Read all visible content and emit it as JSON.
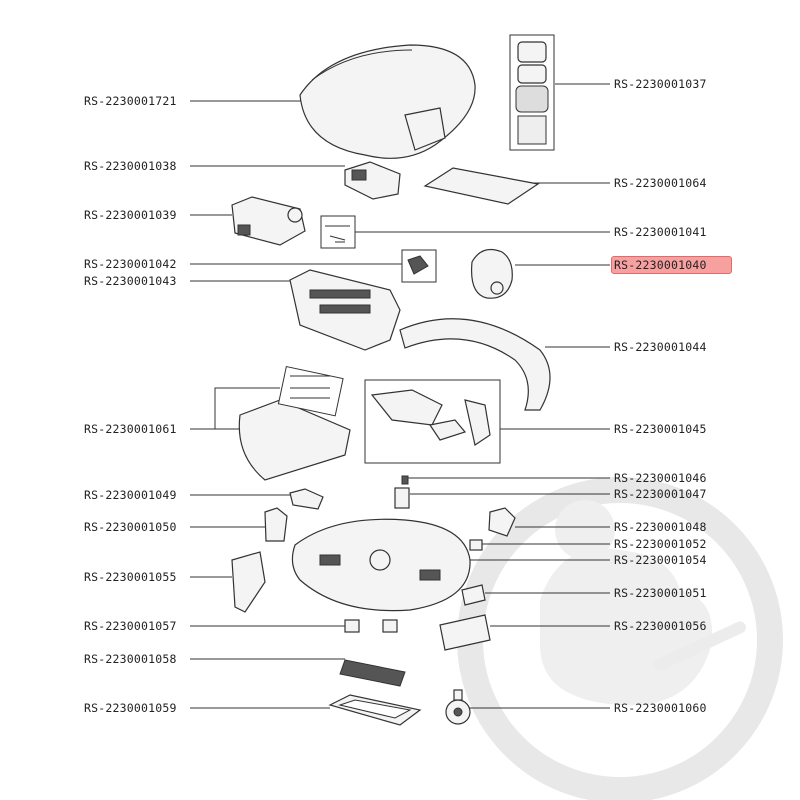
{
  "highlight_color": "#f7a0a0",
  "watermark": {
    "name": "appliance-watermark",
    "color": "#e8e8e8"
  },
  "left_labels": [
    {
      "id": "l1721",
      "text": "RS-2230001721"
    },
    {
      "id": "l1038",
      "text": "RS-2230001038"
    },
    {
      "id": "l1039",
      "text": "RS-2230001039"
    },
    {
      "id": "l1042",
      "text": "RS-2230001042"
    },
    {
      "id": "l1043",
      "text": "RS-2230001043"
    },
    {
      "id": "l1061",
      "text": "RS-2230001061"
    },
    {
      "id": "l1049",
      "text": "RS-2230001049"
    },
    {
      "id": "l1050",
      "text": "RS-2230001050"
    },
    {
      "id": "l1055",
      "text": "RS-2230001055"
    },
    {
      "id": "l1057",
      "text": "RS-2230001057"
    },
    {
      "id": "l1058",
      "text": "RS-2230001058"
    },
    {
      "id": "l1059",
      "text": "RS-2230001059"
    }
  ],
  "right_labels": [
    {
      "id": "r1037",
      "text": "RS-2230001037"
    },
    {
      "id": "r1064",
      "text": "RS-2230001064"
    },
    {
      "id": "r1041",
      "text": "RS-2230001041"
    },
    {
      "id": "r1040",
      "text": "RS-2230001040",
      "highlighted": true
    },
    {
      "id": "r1044",
      "text": "RS-2230001044"
    },
    {
      "id": "r1045",
      "text": "RS-2230001045"
    },
    {
      "id": "r1046",
      "text": "RS-2230001046"
    },
    {
      "id": "r1047",
      "text": "RS-2230001047"
    },
    {
      "id": "r1048",
      "text": "RS-2230001048"
    },
    {
      "id": "r1052",
      "text": "RS-2230001052"
    },
    {
      "id": "r1054",
      "text": "RS-2230001054"
    },
    {
      "id": "r1051",
      "text": "RS-2230001051"
    },
    {
      "id": "r1056",
      "text": "RS-2230001056"
    },
    {
      "id": "r1060",
      "text": "RS-2230001060"
    }
  ]
}
